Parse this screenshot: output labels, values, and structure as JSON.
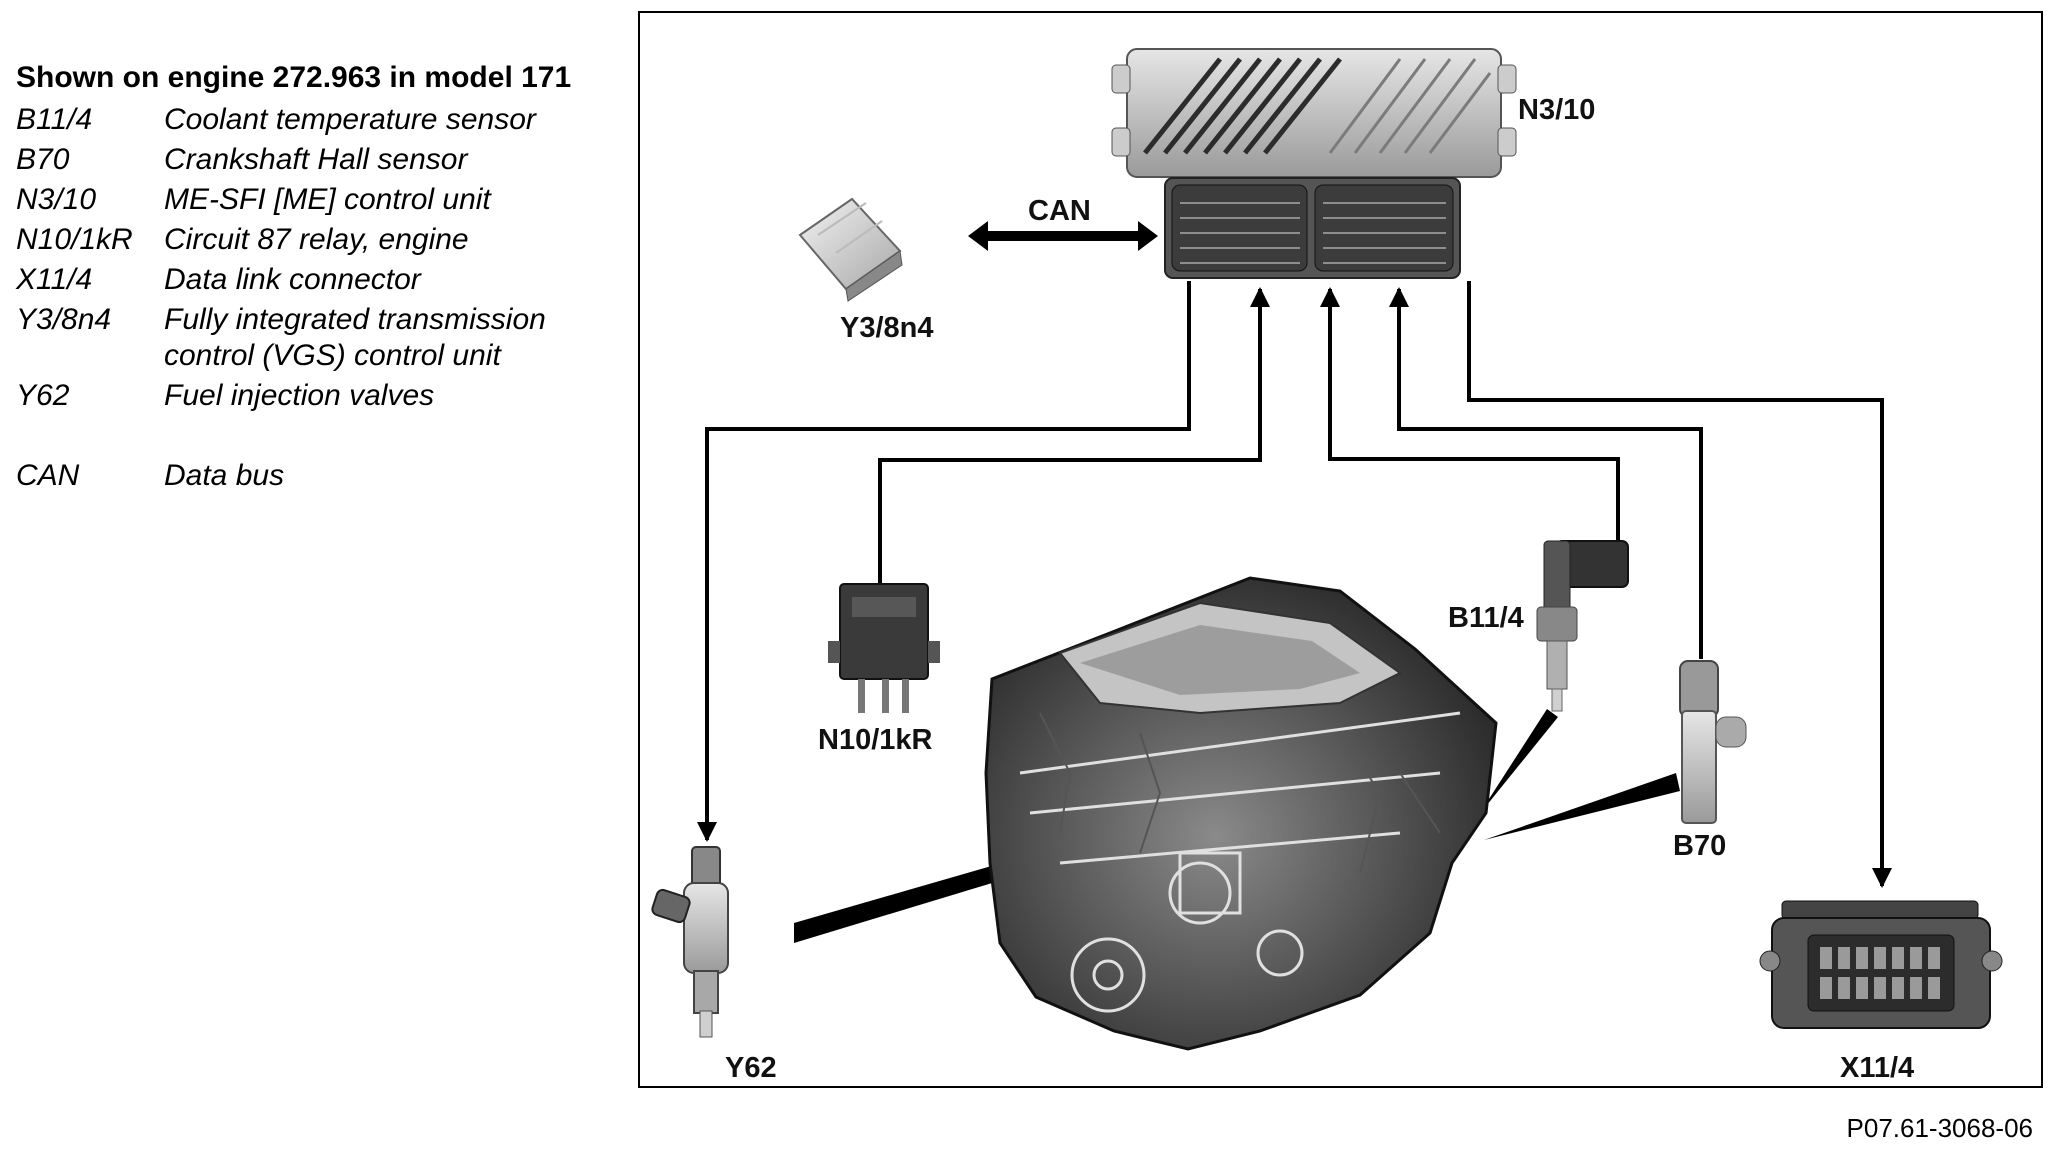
{
  "legend": {
    "title": "Shown on engine 272.963 in model 171",
    "items": [
      {
        "code": "B11/4",
        "description": "Coolant temperature sensor"
      },
      {
        "code": "B70",
        "description": "Crankshaft Hall sensor"
      },
      {
        "code": "N3/10",
        "description": "ME-SFI [ME] control unit"
      },
      {
        "code": "N10/1kR",
        "description": "Circuit 87 relay, engine"
      },
      {
        "code": "X11/4",
        "description": "Data link connector"
      },
      {
        "code": "Y3/8n4",
        "description": "Fully integrated transmission control (VGS) control unit"
      },
      {
        "code": "Y62",
        "description": "Fuel injection valves"
      },
      {
        "code": "CAN",
        "description": "Data bus"
      }
    ]
  },
  "diagram": {
    "labels": {
      "n3_10": "N3/10",
      "can": "CAN",
      "y3_8n4": "Y3/8n4",
      "n10_1kr": "N10/1kR",
      "b11_4": "B11/4",
      "b70": "B70",
      "y62": "Y62",
      "x11_4": "X11/4"
    }
  },
  "footer": {
    "code": "P07.61-3068-06"
  }
}
